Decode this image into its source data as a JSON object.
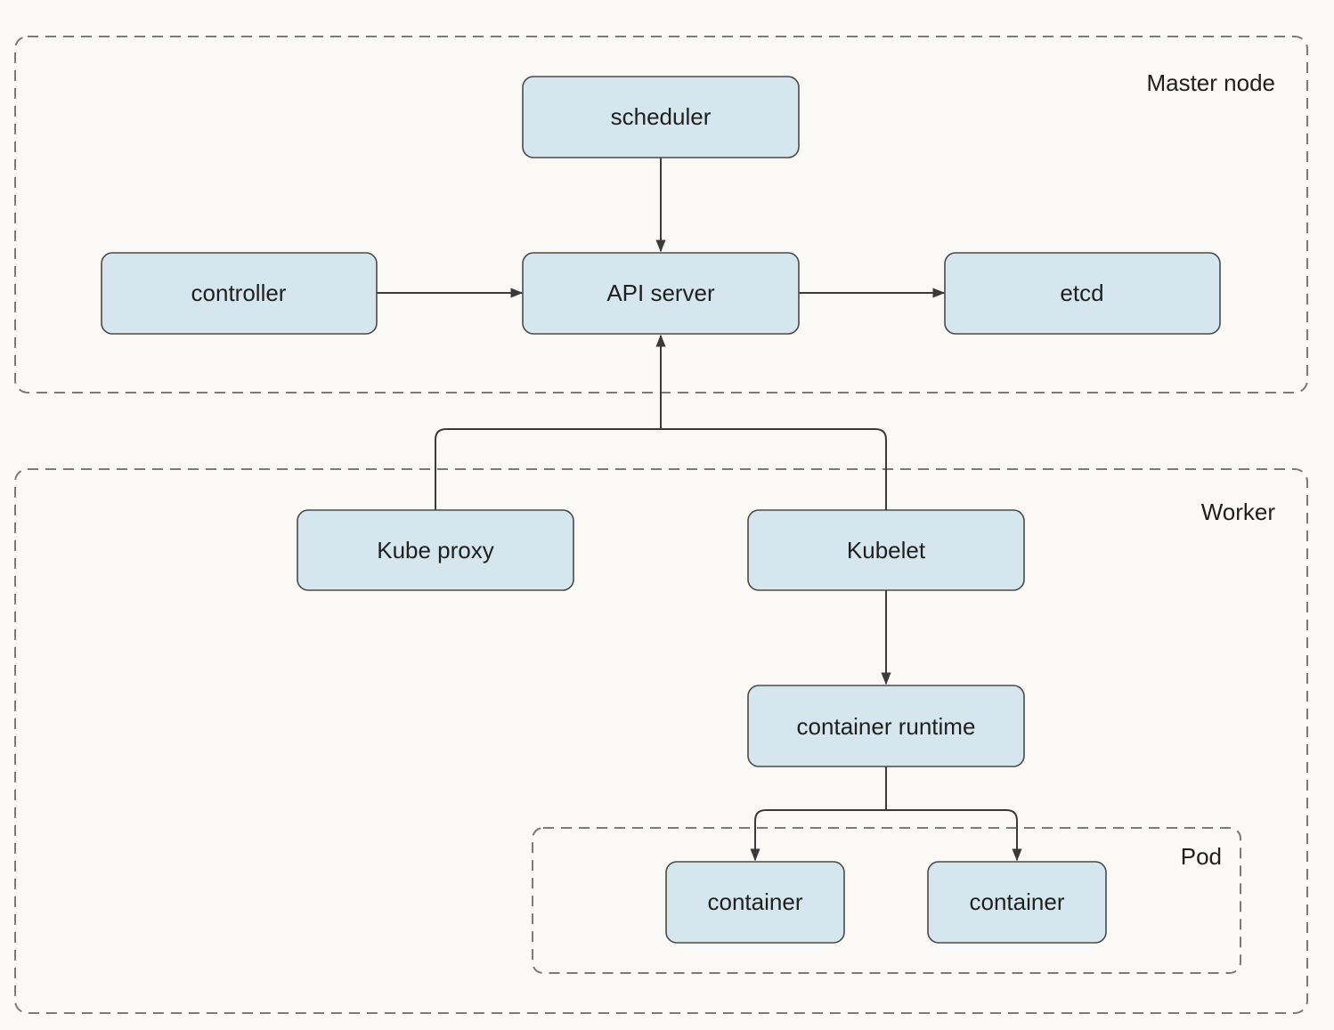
{
  "regions": {
    "master": {
      "label": "Master node"
    },
    "worker": {
      "label": "Worker"
    },
    "pod": {
      "label": "Pod"
    }
  },
  "nodes": {
    "scheduler": {
      "label": "scheduler"
    },
    "controller": {
      "label": "controller"
    },
    "api_server": {
      "label": "API server"
    },
    "etcd": {
      "label": "etcd"
    },
    "kube_proxy": {
      "label": "Kube proxy"
    },
    "kubelet": {
      "label": "Kubelet"
    },
    "container_runtime": {
      "label": "container runtime"
    },
    "container_1": {
      "label": "container"
    },
    "container_2": {
      "label": "container"
    }
  },
  "edges": [
    {
      "from": "scheduler",
      "to": "api_server"
    },
    {
      "from": "controller",
      "to": "api_server"
    },
    {
      "from": "api_server",
      "to": "etcd"
    },
    {
      "from": "kube_proxy",
      "to": "api_server"
    },
    {
      "from": "kubelet",
      "to": "api_server"
    },
    {
      "from": "kubelet",
      "to": "container_runtime"
    },
    {
      "from": "container_runtime",
      "to": "container_1"
    },
    {
      "from": "container_runtime",
      "to": "container_2"
    }
  ],
  "colors": {
    "node_fill": "#d6e6ee",
    "node_stroke": "#4a4a4a",
    "background": "#fbf9f5",
    "region_stroke": "#7a7a7a",
    "edge": "#3a3a3a"
  }
}
